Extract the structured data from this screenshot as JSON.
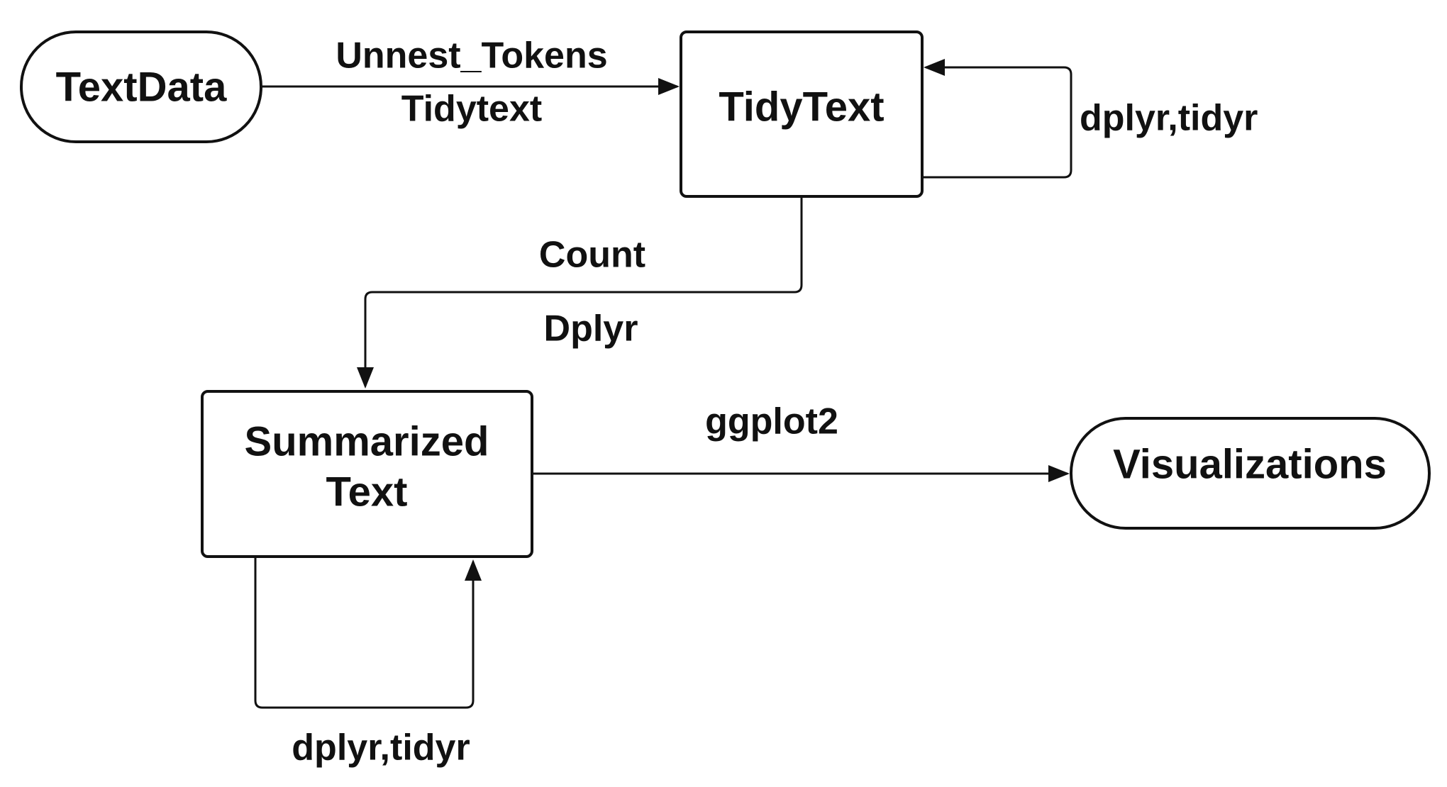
{
  "nodes": {
    "text_data": "TextData",
    "tidy_text": "TidyText",
    "summarized_line1": "Summarized",
    "summarized_line2": "Text",
    "visualizations": "Visualizations"
  },
  "edges": {
    "text_to_tidy_top": "Unnest_Tokens",
    "text_to_tidy_bottom": "Tidytext",
    "tidy_loop": "dplyr,tidyr",
    "tidy_to_summary_top": "Count",
    "tidy_to_summary_bottom": "Dplyr",
    "summary_to_vis": "ggplot2",
    "summary_loop": "dplyr,tidyr"
  },
  "colors": {
    "stroke": "#111111",
    "background": "#ffffff"
  }
}
